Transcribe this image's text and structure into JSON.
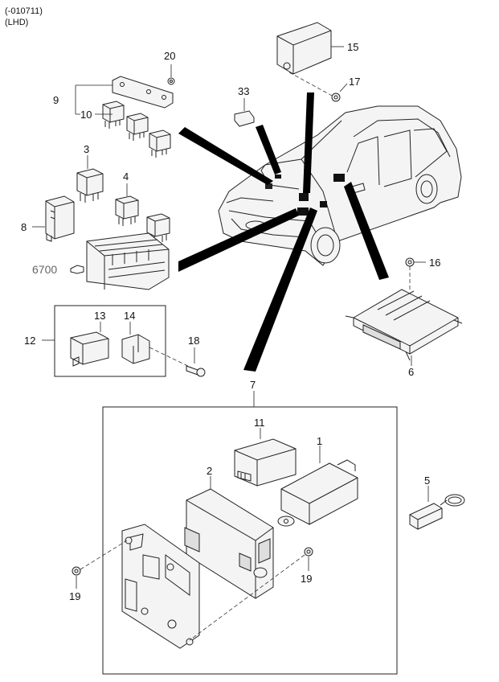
{
  "header": {
    "range": "(-010711)",
    "variant": "(LHD)"
  },
  "callouts": {
    "c1": "1",
    "c2": "2",
    "c3": "3",
    "c4": "4",
    "c5": "5",
    "c6": "6",
    "c7": "7",
    "c8": "8",
    "c9": "9",
    "c10": "10",
    "c11": "11",
    "c12": "12",
    "c13": "13",
    "c14": "14",
    "c15": "15",
    "c16": "16",
    "c17": "17",
    "c18": "18",
    "c19a": "19",
    "c19b": "19",
    "c20": "20",
    "c33": "33",
    "c6700": "6700"
  },
  "colors": {
    "line": "#222222",
    "band": "#000000",
    "part_fill": "#f4f4f4"
  }
}
